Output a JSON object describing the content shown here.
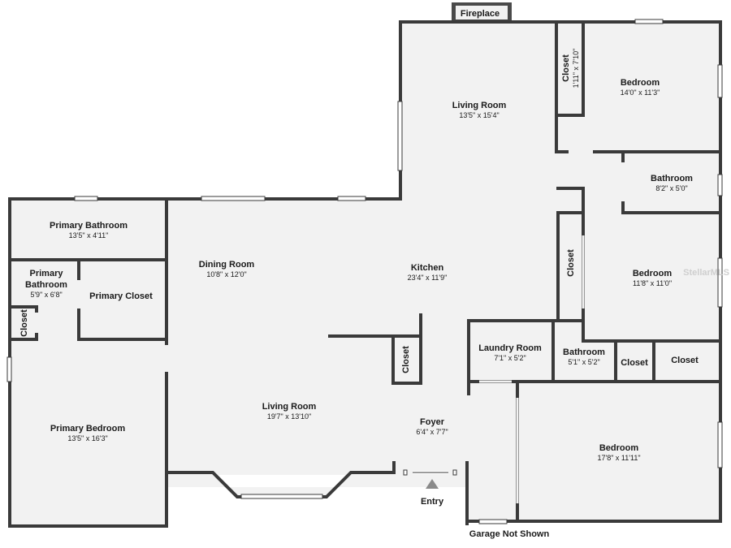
{
  "rooms": {
    "living_top": {
      "name": "Living Room",
      "dim": "13'5\" x 15'4\""
    },
    "bedroom_1": {
      "name": "Bedroom",
      "dim": "14'0\" x 11'3\""
    },
    "closet_b1": {
      "name": "Closet",
      "dim": "1'11\" x 7'10\""
    },
    "bathroom_1": {
      "name": "Bathroom",
      "dim": "8'2\" x 5'0\""
    },
    "bedroom_2": {
      "name": "Bedroom",
      "dim": "11'8\" x 11'0\""
    },
    "closet_b2": {
      "name": "Closet"
    },
    "primary_bath": {
      "name": "Primary Bathroom",
      "dim": "13'5\" x 4'11\""
    },
    "primary_bath_2": {
      "line1": "Primary",
      "line2": "Bathroom",
      "dim": "5'9\" x 6'8\""
    },
    "primary_closet": {
      "name": "Primary Closet"
    },
    "closet_pb": {
      "name": "Closet"
    },
    "primary_bedroom": {
      "name": "Primary Bedroom",
      "dim": "13'5\" x 16'3\""
    },
    "dining": {
      "name": "Dining Room",
      "dim": "10'8\" x 12'0\""
    },
    "kitchen": {
      "name": "Kitchen",
      "dim": "23'4\" x 11'9\""
    },
    "closet_k": {
      "name": "Closet"
    },
    "living_main": {
      "name": "Living Room",
      "dim": "19'7\" x 13'10\""
    },
    "foyer": {
      "name": "Foyer",
      "dim": "6'4\" x 7'7\""
    },
    "laundry": {
      "name": "Laundry Room",
      "dim": "7'1\" x 5'2\""
    },
    "bathroom_2": {
      "name": "Bathroom",
      "dim": "5'1\" x 5'2\""
    },
    "closet_a": {
      "name": "Closet"
    },
    "closet_b": {
      "name": "Closet"
    },
    "bedroom_3": {
      "name": "Bedroom",
      "dim": "17'8\" x 11'11\""
    }
  },
  "fireplace": "Fireplace",
  "entry": "Entry",
  "garage_note": "Garage Not Shown",
  "watermark": "StellarMLS",
  "colors": {
    "wall": "#3a3a3a",
    "floor": "#f2f2f2",
    "fireplace": "#4a4a4a"
  }
}
